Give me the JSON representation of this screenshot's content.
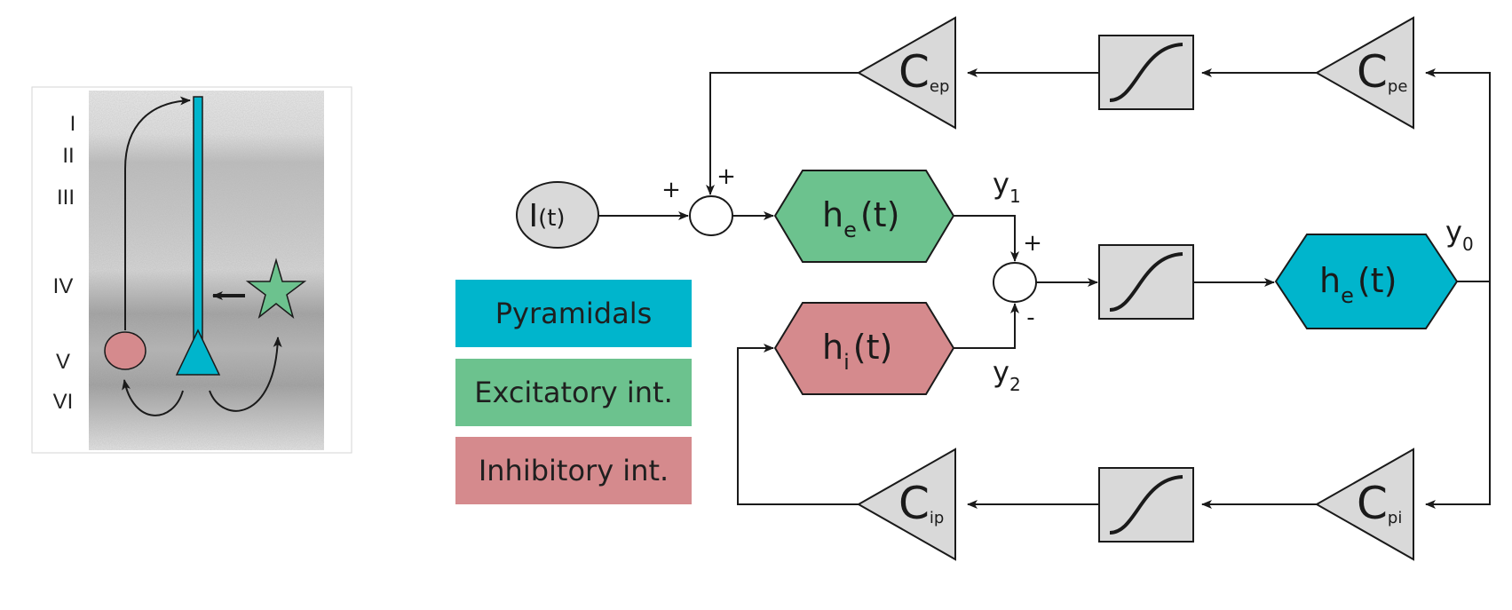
{
  "cortex": {
    "layers": [
      "I",
      "II",
      "III",
      "IV",
      "V",
      "VI"
    ]
  },
  "legend": {
    "items": [
      {
        "label": "Pyramidals",
        "color": "#00b5cc"
      },
      {
        "label": "Excitatory int.",
        "color": "#6cc28e"
      },
      {
        "label": "Inhibitory int.",
        "color": "#d58a8d"
      }
    ]
  },
  "diagram": {
    "input": {
      "main": "I",
      "arg": "(t)"
    },
    "he_top": {
      "h": "h",
      "sub": "e",
      "arg": "(t)"
    },
    "hi": {
      "h": "h",
      "sub": "i",
      "arg": "(t)"
    },
    "he_pyr": {
      "h": "h",
      "sub": "e",
      "arg": "(t)"
    },
    "gains": {
      "c_letter": "C",
      "ep": "ep",
      "pe": "pe",
      "ip": "ip",
      "pi": "pi"
    },
    "signs": {
      "plus": "+",
      "minus": "-"
    },
    "outputs": {
      "y": "y",
      "y1_sub": "1",
      "y2_sub": "2",
      "y0_sub": "0"
    }
  },
  "colors": {
    "pyramidal": "#00b5cc",
    "excitatory": "#6cc28e",
    "inhibitory": "#d58a8d",
    "gray_block": "#d9d9d9"
  }
}
